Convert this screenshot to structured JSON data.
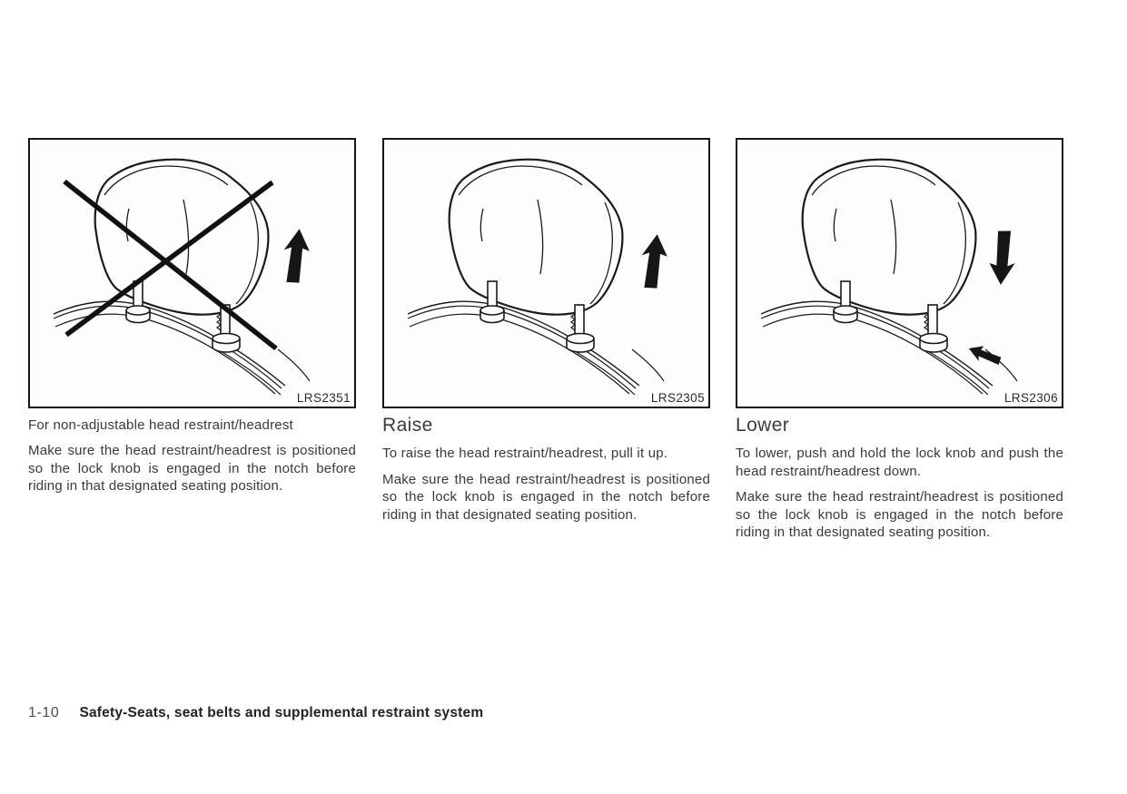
{
  "panels": [
    {
      "figure_code": "LRS2351",
      "illustration": "headrest-non-adjustable-crossed-out",
      "intro": "For non-adjustable head restraint/headrest",
      "paragraphs": [
        "Make sure the head restraint/headrest is positioned so the lock knob is engaged in the notch before riding in that designated seating position."
      ]
    },
    {
      "figure_code": "LRS2305",
      "illustration": "headrest-raise-up-arrow",
      "heading": "Raise",
      "paragraphs": [
        "To raise the head restraint/headrest, pull it up.",
        "Make sure the head restraint/headrest is positioned so the lock knob is engaged in the notch before riding in that designated seating position."
      ]
    },
    {
      "figure_code": "LRS2306",
      "illustration": "headrest-lower-down-arrow",
      "heading": "Lower",
      "paragraphs": [
        "To lower, push and hold the lock knob and push the head restraint/headrest down.",
        "Make sure the head restraint/headrest is positioned so the lock knob is engaged in the notch before riding in that designated seating position."
      ]
    }
  ],
  "footer": {
    "page_number": "1-10",
    "section_title": "Safety-Seats, seat belts and supplemental restraint system"
  },
  "colors": {
    "line_ink": "#1a1a1a",
    "body_text": "#3a3a3a",
    "footer_title": "#222222"
  }
}
